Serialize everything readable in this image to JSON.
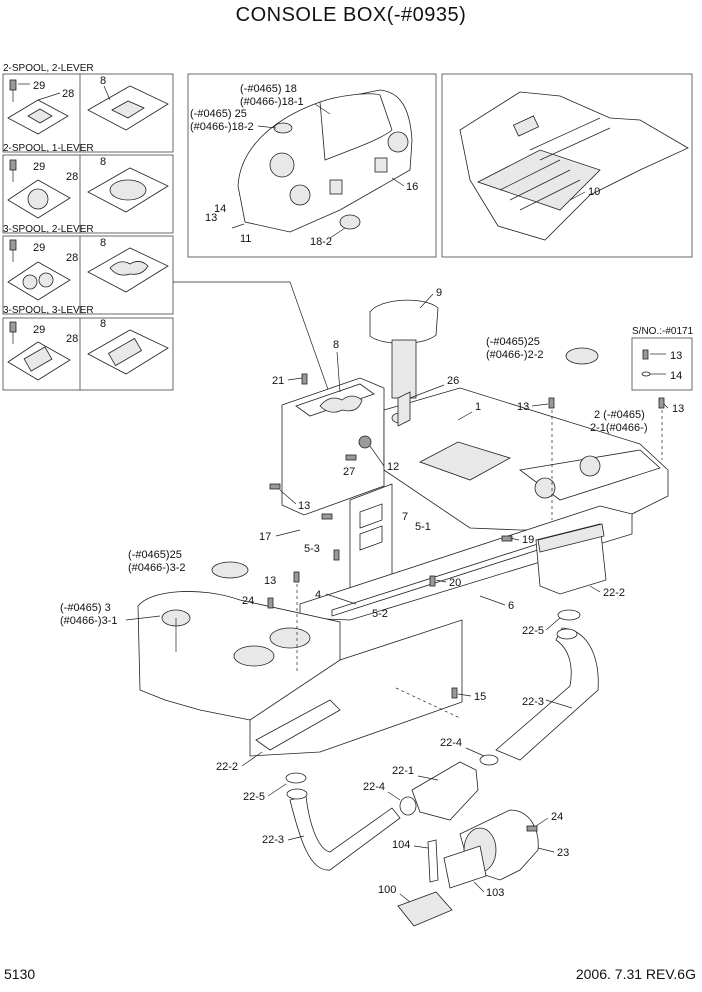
{
  "page": {
    "title": "CONSOLE BOX(-#0935)",
    "page_number": "5130",
    "date_rev": "2006. 7.31  REV.6G"
  },
  "variants": [
    {
      "header": "2-SPOOL, 2-LEVER",
      "parts": [
        "29",
        "28",
        "8"
      ]
    },
    {
      "header": "2-SPOOL, 1-LEVER",
      "parts": [
        "29",
        "28",
        "8"
      ]
    },
    {
      "header": "3-SPOOL, 2-LEVER",
      "parts": [
        "29",
        "28",
        "8"
      ]
    },
    {
      "header": "3-SPOOL, 3-LEVER",
      "parts": [
        "29",
        "28",
        "8"
      ]
    }
  ],
  "inset_dash": {
    "labels": [
      "(-#0465)  18",
      "(#0466-)18-1",
      "(-#0465)  25",
      "(#0466-)18-2",
      "16",
      "14",
      "13",
      "11",
      "18-2"
    ]
  },
  "inset_mat": {
    "labels": [
      "10"
    ]
  },
  "sn_box": {
    "header": "S/NO.:-#0171",
    "labels": [
      "13",
      "14"
    ]
  },
  "callouts": {
    "c9": "9",
    "c8": "8",
    "c25r_a": "(-#0465)25",
    "c25r_b": "(#0466-)2-2",
    "c21": "21",
    "c26": "26",
    "c1": "1",
    "c13a": "13",
    "c2a": "2  (-#0465)",
    "c2b": "2-1(#0466-)",
    "c13b": "13",
    "c12": "12",
    "c27": "27",
    "c13c": "13",
    "c17": "17",
    "c7": "7",
    "c51": "5-1",
    "c19": "19",
    "c53": "5-3",
    "c25l_a": "(-#0465)25",
    "c25l_b": "(#0466-)3-2",
    "c13d": "13",
    "c20": "20",
    "c4": "4",
    "c24a": "24",
    "c3a": "(-#0465)  3",
    "c3b": "(#0466-)3-1",
    "c6": "6",
    "c52": "5-2",
    "c222r": "22-2",
    "c225r": "22-5",
    "c15": "15",
    "c223r": "22-3",
    "c222l": "22-2",
    "c224a": "22-4",
    "c221": "22-1",
    "c224b": "22-4",
    "c225l": "22-5",
    "c24b": "24",
    "c223l": "22-3",
    "c104": "104",
    "c23": "23",
    "c100": "100",
    "c103": "103"
  }
}
